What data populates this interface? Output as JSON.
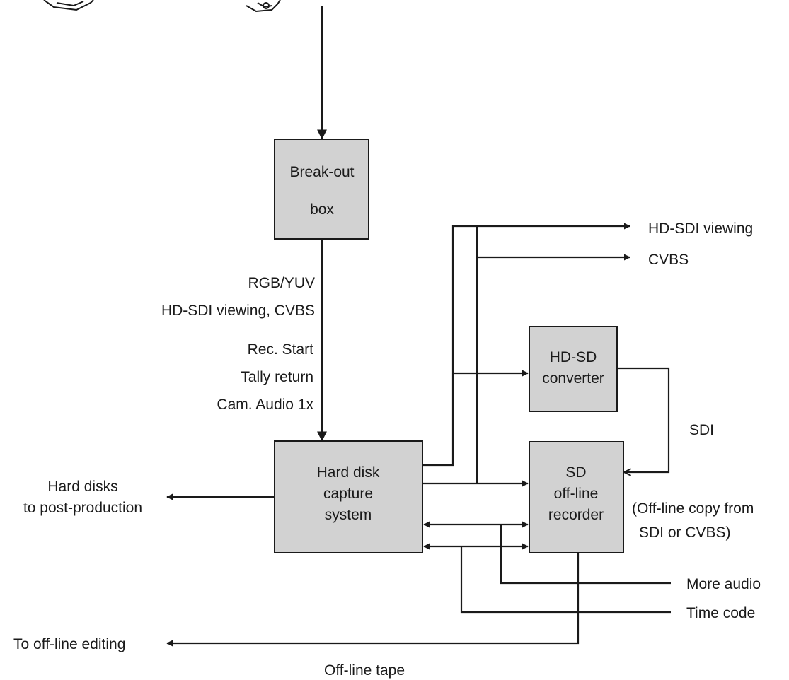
{
  "boxes": {
    "breakout": [
      "Break-out",
      "box"
    ],
    "capture": [
      "Hard disk",
      "capture",
      "system"
    ],
    "converter": [
      "HD-SD",
      "converter"
    ],
    "recorder": [
      "SD",
      "off-line",
      "recorder"
    ]
  },
  "signals_in": [
    "RGB/YUV",
    "HD-SDI viewing, CVBS",
    "Rec. Start",
    "Tally return",
    "Cam. Audio 1x"
  ],
  "outputs": {
    "hd_sdi_viewing": "HD-SDI viewing",
    "cvbs": "CVBS",
    "sdi": "SDI",
    "offline_copy": [
      "(Off-line copy from",
      "SDI or CVBS)"
    ],
    "hard_disks": [
      "Hard disks",
      "to post-production"
    ],
    "more_audio": "More audio",
    "time_code": "Time code",
    "to_offline_editing": "To off-line editing",
    "offline_tape": "Off-line tape"
  },
  "icons": [
    "monitor-icon",
    "camera-icon"
  ]
}
